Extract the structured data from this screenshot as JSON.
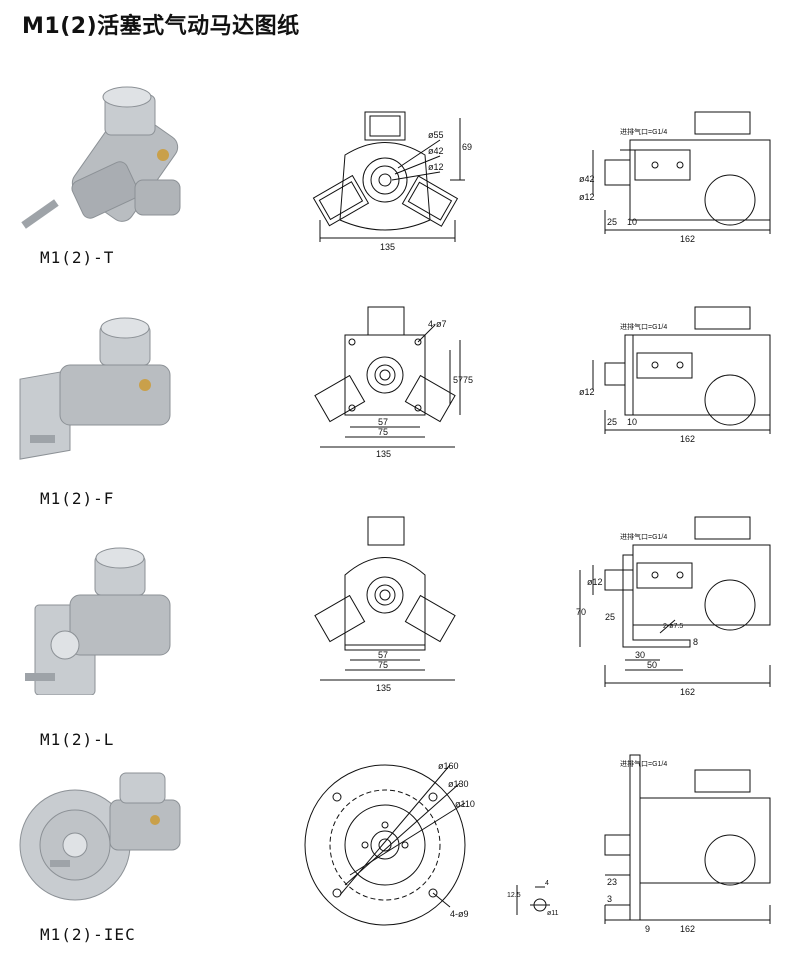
{
  "title": "M1(2)活塞式气动马达图纸",
  "variants": [
    {
      "label": "M1(2)-T",
      "front": {
        "d55": "ø55",
        "d42": "ø42",
        "d12": "ø12",
        "h69": "69",
        "w135": "135"
      },
      "side": {
        "port": "进排气口=G1/4",
        "d42": "ø42",
        "d12": "ø12",
        "a25": "25",
        "a10": "10",
        "l162": "162"
      }
    },
    {
      "label": "M1(2)-F",
      "front": {
        "holes": "4-ø7",
        "h57": "57",
        "h75": "75",
        "w57": "57",
        "w75": "75",
        "w135": "135"
      },
      "side": {
        "port": "进排气口=G1/4",
        "d12": "ø12",
        "a25": "25",
        "a10": "10",
        "l162": "162"
      }
    },
    {
      "label": "M1(2)-L",
      "front": {
        "w57": "57",
        "w75": "75",
        "w135": "135"
      },
      "side": {
        "port": "进排气口=G1/4",
        "h70": "70",
        "d12": "ø12",
        "a25": "25",
        "holes": "2-ø7.5",
        "a8": "8",
        "a30": "30",
        "a50": "50",
        "l162": "162"
      }
    },
    {
      "label": "M1(2)-IEC",
      "front": {
        "d160": "ø160",
        "d130": "ø130",
        "d110": "ø110",
        "holes": "4-ø9"
      },
      "detail": {
        "d12_5": "12.5",
        "a4": "4",
        "d11": "ø11"
      },
      "side": {
        "port": "进排气口=G1/4",
        "a23": "23",
        "a3": "3",
        "a9": "9",
        "l162": "162"
      }
    }
  ],
  "colors": {
    "line": "#111111",
    "metal": "#b9bdc1",
    "metal_dark": "#8c9196",
    "metal_light": "#dfe2e5",
    "brass": "#c9a04a"
  }
}
